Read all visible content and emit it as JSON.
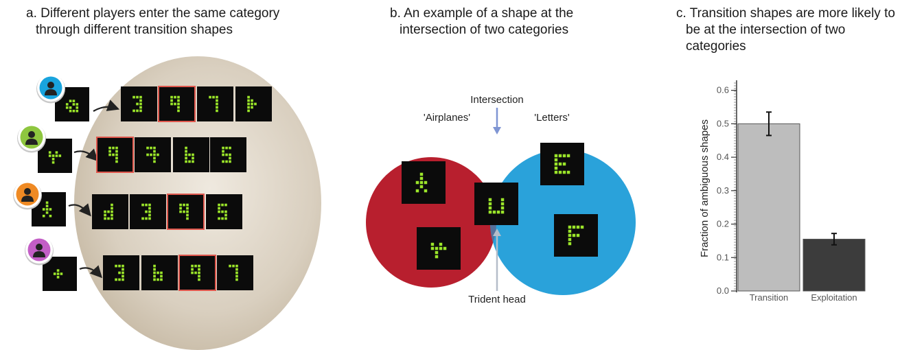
{
  "panel_a": {
    "title_line1": "a. Different players enter the same category",
    "title_line2": "through different transition shapes"
  },
  "panel_b": {
    "title_line1": "b. An example of a shape at the",
    "title_line2": "intersection of two categories",
    "label_left": "'Airplanes'",
    "label_right": "'Letters'",
    "label_intersection": "Intersection",
    "label_bottom": "Trident head",
    "colors": {
      "left_circle": "#b81f2e",
      "right_circle": "#2aa2da",
      "overlap": "#56709a"
    }
  },
  "panel_c": {
    "title_line1": "c. Transition shapes are more likely to",
    "title_line2": "be at the intersection of two",
    "title_line3": "categories"
  },
  "chart_data": {
    "type": "bar",
    "categories": [
      "Transition",
      "Exploitation"
    ],
    "values": [
      0.5,
      0.155
    ],
    "errors": [
      0.035,
      0.017
    ],
    "ylabel": "Fraction of ambiguous shapes",
    "xlabel": "",
    "ylim": [
      0,
      0.63
    ],
    "yticks": [
      "0.0",
      "0.1",
      "0.2",
      "0.3",
      "0.4",
      "0.5",
      "0.6"
    ],
    "colors": [
      "#bdbdbd",
      "#3c3c3c"
    ]
  }
}
